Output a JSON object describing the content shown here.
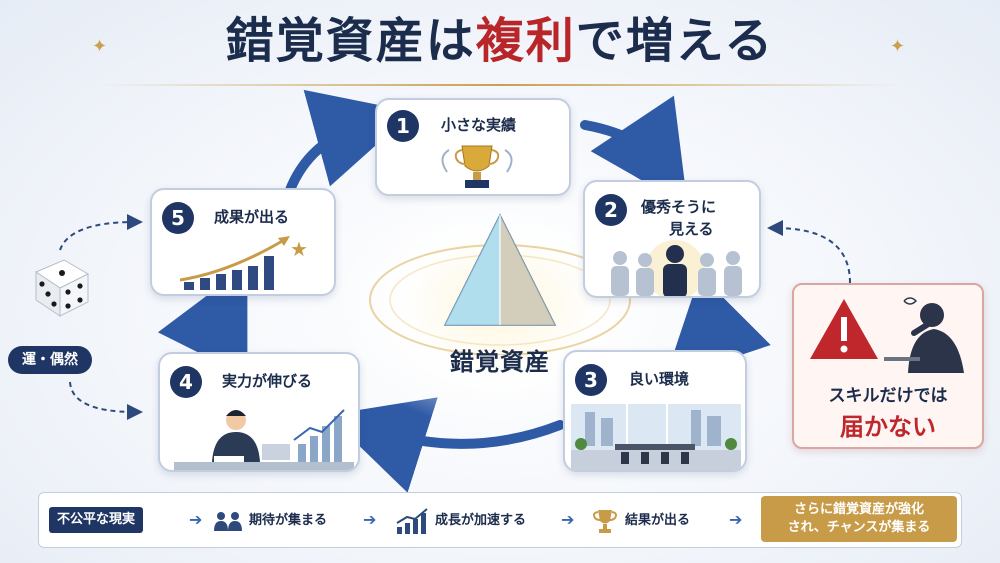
{
  "title": {
    "part1": "錯覚資産は",
    "part2": "複利",
    "part3": "で増える"
  },
  "center": {
    "label": "錯覚資産"
  },
  "stages": [
    {
      "num": "1",
      "label": "小さな実績"
    },
    {
      "num": "2",
      "label_line1": "優秀そうに",
      "label_line2": "見える"
    },
    {
      "num": "3",
      "label": "良い環境"
    },
    {
      "num": "4",
      "label": "実力が伸びる"
    },
    {
      "num": "5",
      "label": "成果が出る"
    }
  ],
  "luck": {
    "label": "運・偶然"
  },
  "warning": {
    "line1": "スキルだけでは",
    "line2": "届かない"
  },
  "bottom": {
    "start": "不公平な現実",
    "steps": [
      "期待が集まる",
      "成長が加速する",
      "結果が出る"
    ],
    "final_line1": "さらに錯覚資産が強化",
    "final_line2": "され、チャンスが集まる"
  },
  "colors": {
    "navy": "#1f3564",
    "accent_red": "#b8262a",
    "gold": "#c89b48",
    "arrow_blue": "#3a66b0"
  }
}
